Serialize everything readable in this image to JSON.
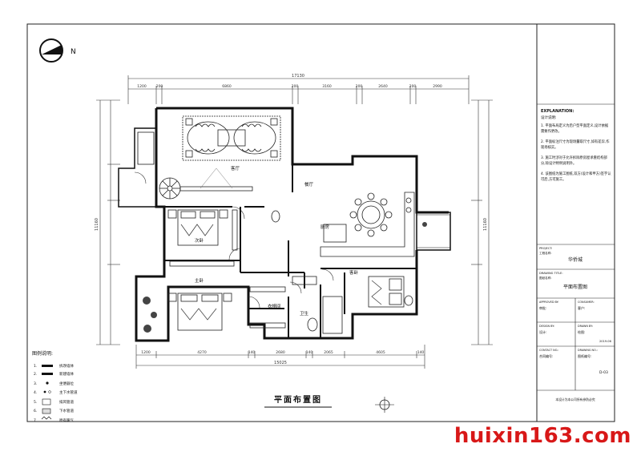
{
  "north": {
    "label": "N"
  },
  "dimensions": {
    "overall_top": "17130",
    "top_segments": [
      "1200",
      "200",
      "6860",
      "200",
      "3160",
      "200",
      "2640",
      "200",
      "2990"
    ],
    "overall_bottom": "15025",
    "bottom_segments": [
      "1200",
      "4270",
      "140",
      "2680",
      "140",
      "2065",
      "4605",
      "140"
    ],
    "left_vertical": "11160",
    "right_vertical": "11160"
  },
  "rooms": {
    "living": "客厅",
    "dining": "餐厅",
    "kitchen": "厨房",
    "bedroom_second": "次卧",
    "bedroom_master": "主卧",
    "bedroom_guest": "客卧",
    "cloakroom": "衣帽间",
    "bath": "卫生"
  },
  "plan_title": "平面布置图",
  "legend": {
    "title": "图例说明:",
    "items": [
      {
        "num": "1.",
        "label": "拆改墙体"
      },
      {
        "num": "2.",
        "label": "新建墙体"
      },
      {
        "num": "3.",
        "label": "坐便器位"
      },
      {
        "num": "4.",
        "label": "主下水管道"
      },
      {
        "num": "5.",
        "label": "排风管道"
      },
      {
        "num": "6.",
        "label": "下水管道"
      },
      {
        "num": "7.",
        "label": "原有暖气"
      }
    ]
  },
  "title_block": {
    "explanation_title": "EXPLANATION:",
    "explanation_sub": "设计说明:",
    "notes": [
      "1. 平面布局定义为后户型平面定义,设计依据需要作更改。",
      "2. 平面标注尺寸为现场量取尺寸,如有差异,作现场核实。",
      "3. 施工时涉对于允许拆除原房屋承重结构部分,除设计特例说明外。",
      "4. 该图纸为施工图纸,双方(设计和甲方)签字认可后,方可施工。"
    ],
    "project_label": "PROJECT:",
    "project_label_cn": "工程名称:",
    "project_name": "华侨城",
    "drawing_title_label": "DRAWING TITLE:",
    "drawing_title_label_cn": "图纸名称:",
    "drawing_title": "平面布置图",
    "approved_label": "APPROVED BY:",
    "approved_cn": "审批:",
    "consumer_label": "CONSUMER:",
    "consumer_cn": "客户:",
    "design_label": "DESIGN BY:",
    "design_cn": "设计:",
    "drawn_label": "DRAWN BY:",
    "drawn_cn": "绘图:",
    "date": "2019.06",
    "contact_label": "CONTACT NO.:",
    "contact_cn": "合同编号:",
    "drawing_no_label": "DRAWING NO.:",
    "drawing_no_cn": "图纸编号:",
    "drawing_no": "D-03",
    "footer": "本设计为本公司所有参防必究"
  },
  "watermark": "huixin163.com"
}
